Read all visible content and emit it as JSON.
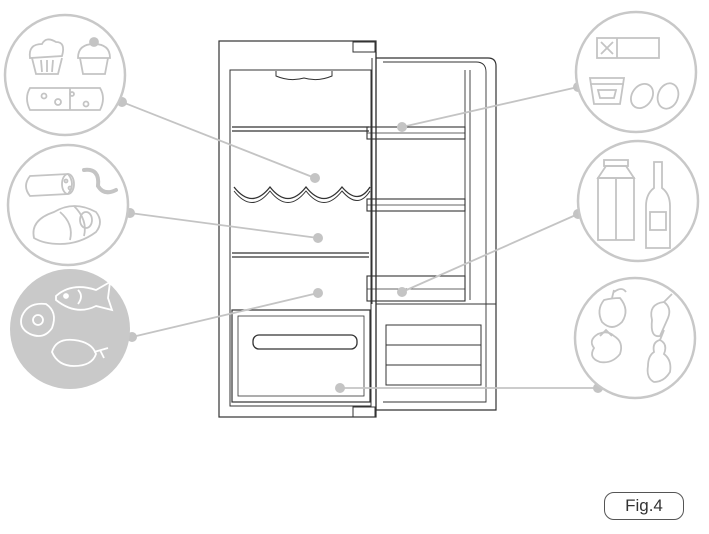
{
  "figure": {
    "label": "Fig.4"
  },
  "colors": {
    "outline": "#333333",
    "circle": "#c8c8c8",
    "leader": "#c4c4c4",
    "dot": "#c4c4c4",
    "meat_fill": "#c9c9c9"
  },
  "zones": [
    {
      "id": "baked-goods-cheese",
      "icon": "cakes-cheese-icon"
    },
    {
      "id": "cooked-meats",
      "icon": "sausage-ham-icon"
    },
    {
      "id": "raw-meat-fish",
      "icon": "meat-fish-poultry-icon"
    },
    {
      "id": "vegetables-fruit",
      "icon": "fruit-vegetables-icon"
    },
    {
      "id": "butter-eggs",
      "icon": "butter-yogurt-eggs-icon"
    },
    {
      "id": "bottles-cartons",
      "icon": "carton-bottle-icon"
    },
    {
      "id": "door-shelf-small",
      "icon": "door-shelf-icon"
    }
  ]
}
